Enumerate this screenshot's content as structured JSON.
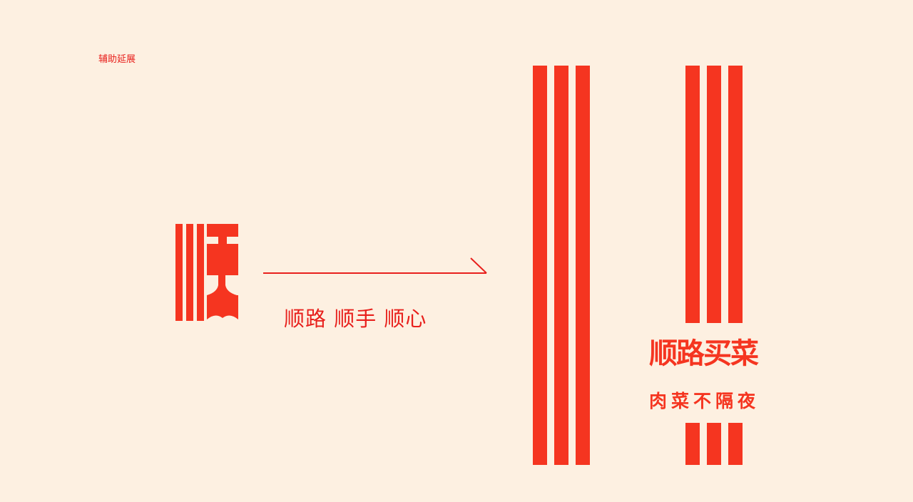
{
  "section_label": "辅助延展",
  "slogan": "顺路 顺手 顺心",
  "logo": {
    "title": "顺路买菜",
    "subtitle": "肉菜不隔夜"
  },
  "colors": {
    "background": "#fdf0e1",
    "brand_red": "#f53520",
    "text_red": "#e8201c"
  }
}
